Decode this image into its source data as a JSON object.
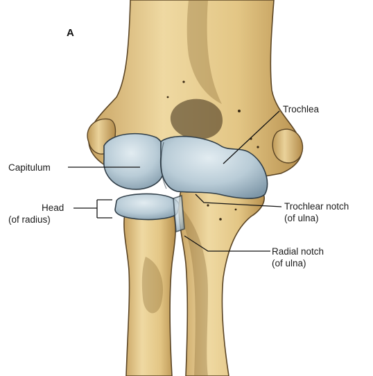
{
  "figure": {
    "panel_letter": "A",
    "labels": {
      "trochlea": "Trochlea",
      "capitulum": "Capitulum",
      "head_line1": "Head",
      "head_line2": "(of radius)",
      "trochlear_notch_line1": "Trochlear notch",
      "trochlear_notch_line2": "(of ulna)",
      "radial_notch_line1": "Radial notch",
      "radial_notch_line2": "(of ulna)"
    }
  },
  "colors": {
    "bone_light": "#efd9a2",
    "bone_mid": "#dcbc78",
    "bone_dark": "#b48d4c",
    "cartilage_light": "#d6e3ea",
    "cartilage_dark": "#8ea6b6",
    "background": "#ffffff"
  }
}
